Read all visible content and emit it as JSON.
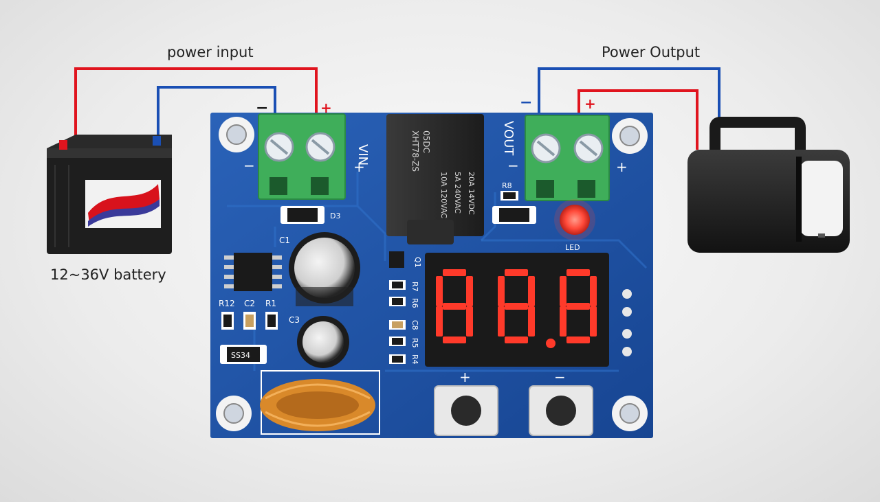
{
  "labels": {
    "power_input": "power input",
    "power_output": "Power Output",
    "battery": "12~36V battery"
  },
  "terminals": {
    "input_minus": "−",
    "input_plus": "+",
    "output_minus": "−",
    "output_plus": "+"
  },
  "board": {
    "vin": "VIN",
    "vout": "VOUT",
    "vin_plus": "+",
    "vin_minus": "−",
    "vout_plus": "+",
    "vout_minus": "−",
    "relay_line1": "XHT78-ZS",
    "relay_line2": "05DC",
    "relay_line3": "10A 120VAC",
    "relay_line4": "5A 240VAC",
    "relay_line5": "20A 14VDC",
    "d3": "D3",
    "r8": "R8",
    "led": "LED",
    "c1": "C1",
    "c2": "C2",
    "c3": "C3",
    "r1": "R1",
    "r12": "R12",
    "q1": "Q1",
    "r7": "R7",
    "r6": "R6",
    "c8": "C8",
    "r5": "R5",
    "r4": "R4",
    "ss34": "SS34",
    "btn_plus": "+",
    "btn_minus": "−",
    "display_digits": "88.8"
  },
  "colors": {
    "wire_positive": "#e0141e",
    "wire_negative": "#1a4fb4",
    "pcb": "#1d4f9c",
    "terminal": "#3fae5a",
    "display_segment": "#ff3a2a"
  }
}
